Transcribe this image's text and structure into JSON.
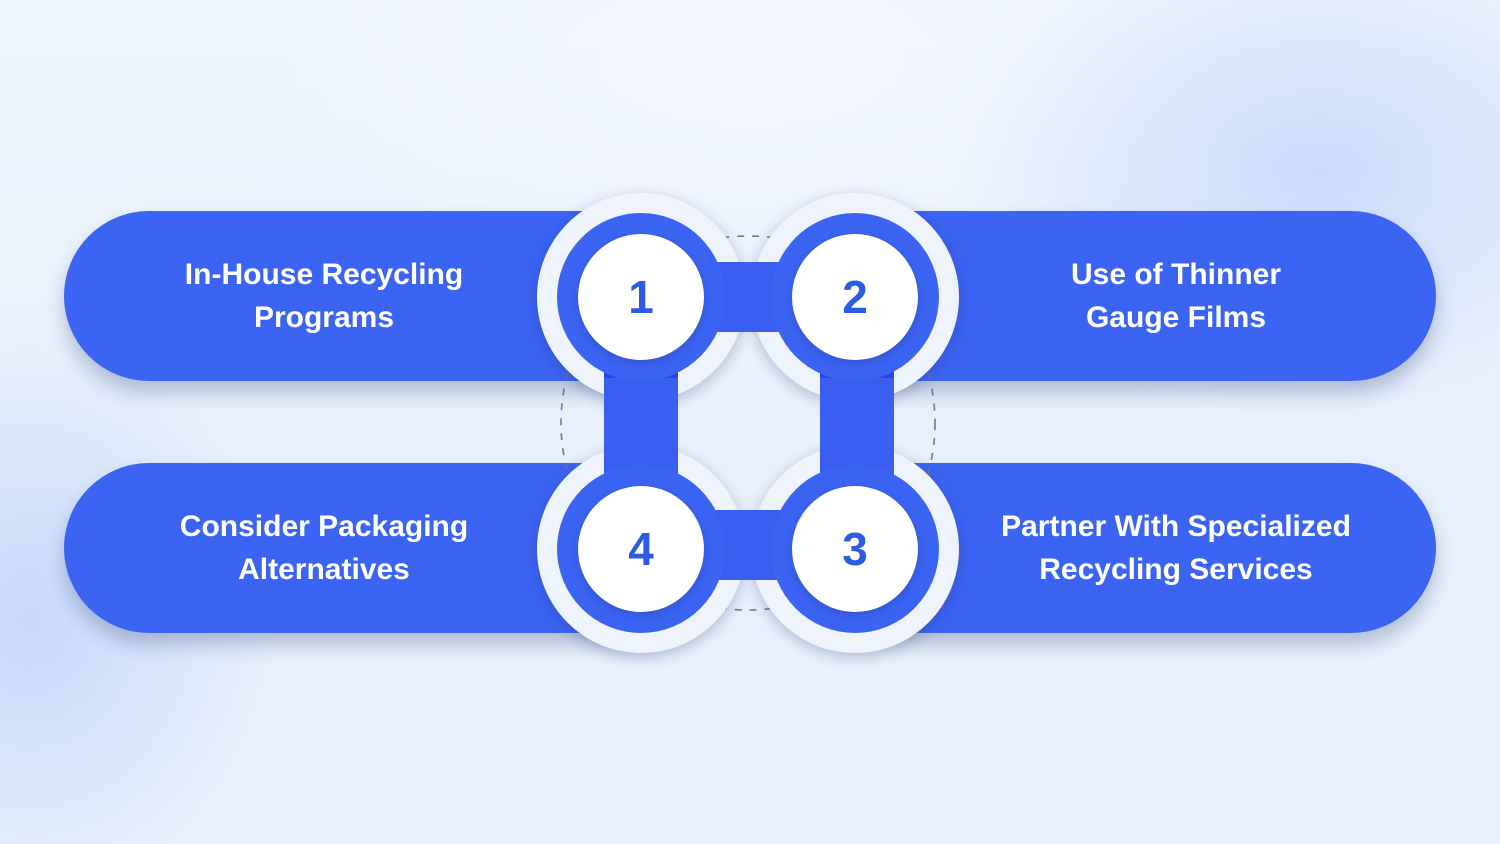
{
  "steps": [
    {
      "number": "1",
      "line1": "In-House Recycling",
      "line2": "Programs"
    },
    {
      "number": "2",
      "line1": "Use of Thinner",
      "line2": "Gauge Films"
    },
    {
      "number": "3",
      "line1": "Partner With Specialized",
      "line2": "Recycling Services"
    },
    {
      "number": "4",
      "line1": "Consider Packaging",
      "line2": "Alternatives"
    }
  ],
  "colors": {
    "pill": "#3c64f2",
    "connector": "#3a5ff0",
    "number_text": "#2d5be3",
    "background": "#eef4fd"
  }
}
